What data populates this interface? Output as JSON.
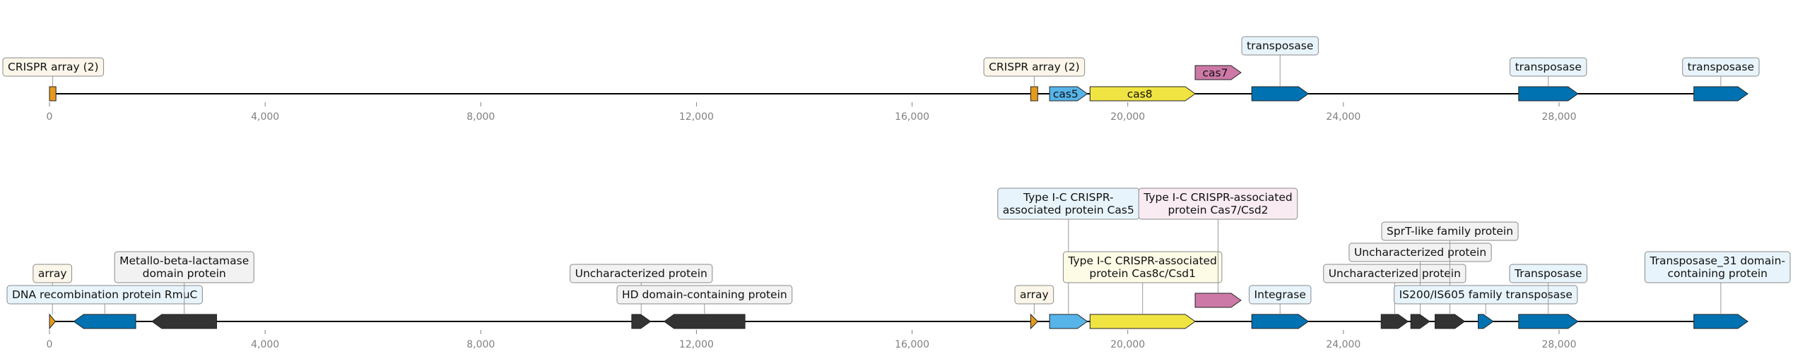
{
  "diagram": {
    "axis": {
      "min": 0,
      "max": 31500,
      "ticks": [
        0,
        4000,
        8000,
        12000,
        16000,
        20000,
        24000,
        28000
      ]
    },
    "colors": {
      "array": "#E69A1C",
      "cas5": "#56B4E9",
      "cas8": "#F0E442",
      "cas7": "#CC79A7",
      "transposase": "#0072B2",
      "other": "#333333",
      "backbone": "#000000",
      "tick": "#808080"
    },
    "tracks": [
      {
        "id": "top",
        "features": [
          {
            "id": "t-array1",
            "start": 0,
            "end": 120,
            "strand": 0,
            "kind": "array",
            "label": "CRISPR array (2)",
            "label_pos": "above",
            "label_level": 0
          },
          {
            "id": "t-array2",
            "start": 18200,
            "end": 18330,
            "strand": 0,
            "kind": "array",
            "label": "CRISPR array (2)",
            "label_pos": "above",
            "label_level": 0
          },
          {
            "id": "t-cas5",
            "start": 18550,
            "end": 19250,
            "strand": 1,
            "kind": "cas5",
            "label": "cas5",
            "label_pos": "inside"
          },
          {
            "id": "t-cas8",
            "start": 19300,
            "end": 21250,
            "strand": 1,
            "kind": "cas8",
            "label": "cas8",
            "label_pos": "inside"
          },
          {
            "id": "t-cas7",
            "start": 21250,
            "end": 22100,
            "strand": 1,
            "kind": "cas7",
            "label": "cas7",
            "label_pos": "inside",
            "lane": 1
          },
          {
            "id": "t-tp1",
            "start": 22300,
            "end": 23350,
            "strand": 1,
            "kind": "transposase",
            "label": "transposase",
            "label_pos": "above",
            "label_level": 1
          },
          {
            "id": "t-tp2",
            "start": 27250,
            "end": 28350,
            "strand": 1,
            "kind": "transposase",
            "label": "transposase",
            "label_pos": "above",
            "label_level": 0
          },
          {
            "id": "t-tp3",
            "start": 30500,
            "end": 31500,
            "strand": 1,
            "kind": "transposase",
            "label": "transposase",
            "label_pos": "above",
            "label_level": 0
          }
        ]
      },
      {
        "id": "bottom",
        "features": [
          {
            "id": "b-array1",
            "start": 0,
            "end": 110,
            "strand": 1,
            "kind": "array",
            "label": "array",
            "label_pos": "above",
            "label_level": 1
          },
          {
            "id": "b-rmuc",
            "start": 450,
            "end": 1600,
            "strand": -1,
            "kind": "transposase",
            "label": "DNA recombination protein RmuC",
            "label_pos": "above",
            "label_level": 0
          },
          {
            "id": "b-mbl",
            "start": 1900,
            "end": 3100,
            "strand": -1,
            "kind": "other",
            "label": "Metallo-beta-lactamase\ndomain protein",
            "label_pos": "above",
            "label_level": 1
          },
          {
            "id": "b-unc1",
            "start": 10800,
            "end": 11150,
            "strand": 1,
            "kind": "other",
            "label": "Uncharacterized protein",
            "label_pos": "above",
            "label_level": 1
          },
          {
            "id": "b-hd",
            "start": 11400,
            "end": 12900,
            "strand": -1,
            "kind": "other",
            "label": "HD domain-containing protein",
            "label_pos": "above",
            "label_level": 0
          },
          {
            "id": "b-array2",
            "start": 18200,
            "end": 18330,
            "strand": 1,
            "kind": "array",
            "label": "array",
            "label_pos": "above",
            "label_level": 0
          },
          {
            "id": "b-cas5",
            "start": 18550,
            "end": 19250,
            "strand": 1,
            "kind": "cas5",
            "label": "Type I-C CRISPR-\nassociated protein Cas5",
            "label_pos": "above",
            "label_level": 4
          },
          {
            "id": "b-cas8",
            "start": 19300,
            "end": 21250,
            "strand": 1,
            "kind": "cas8",
            "label": "Type I-C CRISPR-associated\nprotein Cas8c/Csd1",
            "label_pos": "above",
            "label_level": 1
          },
          {
            "id": "b-cas7",
            "start": 21250,
            "end": 22100,
            "strand": 1,
            "kind": "cas7",
            "label": "Type I-C CRISPR-associated\nprotein Cas7/Csd2",
            "label_pos": "above",
            "label_level": 3,
            "lane": 1
          },
          {
            "id": "b-int",
            "start": 22300,
            "end": 23350,
            "strand": 1,
            "kind": "transposase",
            "label": "Integrase",
            "label_pos": "above",
            "label_level": 0
          },
          {
            "id": "b-unc2",
            "start": 24700,
            "end": 25200,
            "strand": 1,
            "kind": "other",
            "label": "Uncharacterized protein",
            "label_pos": "above",
            "label_level": 1
          },
          {
            "id": "b-unc3",
            "start": 25250,
            "end": 25600,
            "strand": 1,
            "kind": "other",
            "label": "Uncharacterized protein",
            "label_pos": "above",
            "label_level": 2
          },
          {
            "id": "b-sprt",
            "start": 25700,
            "end": 26250,
            "strand": 1,
            "kind": "other",
            "label": "SprT-like family protein",
            "label_pos": "above",
            "label_level": 3
          },
          {
            "id": "b-is200",
            "start": 26500,
            "end": 26780,
            "strand": 1,
            "kind": "transposase",
            "label": "IS200/IS605 family transposase",
            "label_pos": "above",
            "label_level": 0
          },
          {
            "id": "b-tp",
            "start": 27250,
            "end": 28350,
            "strand": 1,
            "kind": "transposase",
            "label": "Transposase",
            "label_pos": "above",
            "label_level": 1
          },
          {
            "id": "b-tp31",
            "start": 30500,
            "end": 31500,
            "strand": 1,
            "kind": "transposase",
            "label": "Transposase_31 domain-\ncontaining protein",
            "label_pos": "above",
            "label_level": 1
          }
        ]
      }
    ]
  }
}
